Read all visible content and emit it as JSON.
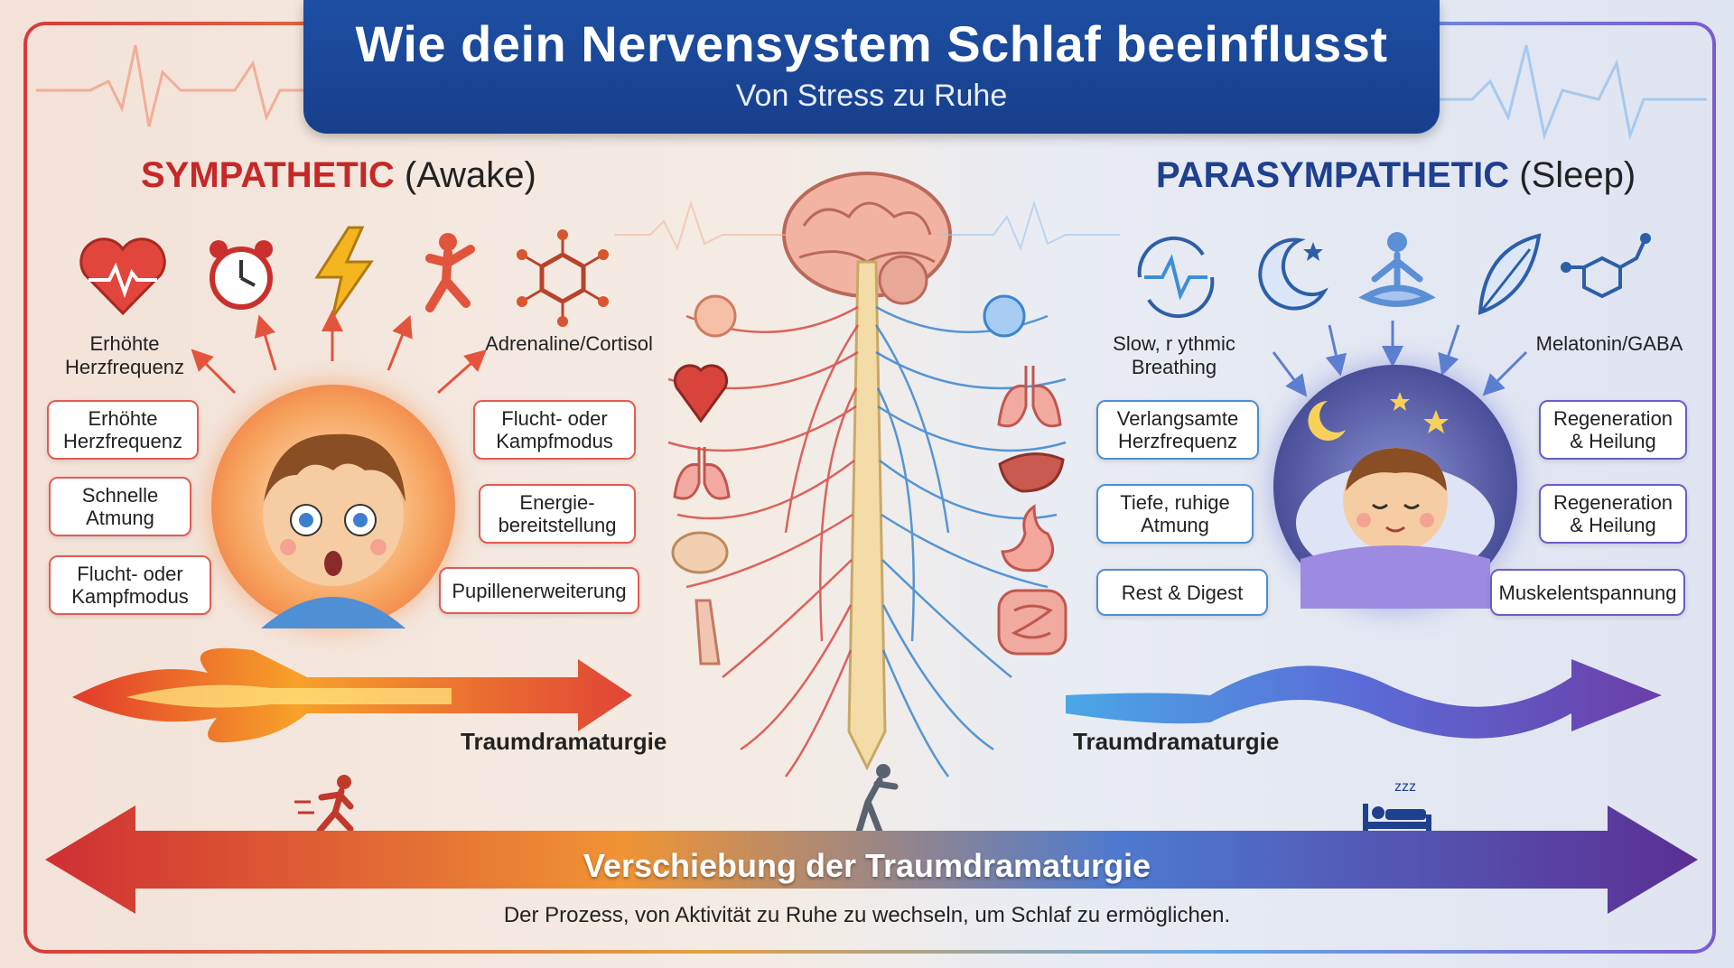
{
  "header": {
    "title": "Wie dein Nervensystem Schlaf beeinflusst",
    "subtitle": "Von Stress zu Ruhe"
  },
  "sympathetic": {
    "heading": "SYMPATHETIC",
    "heading_suffix": "(Awake)",
    "icon_labels": {
      "heart": "Erhöhte\nHerzfrequenz",
      "hormone": "Adrenaline/Cortisol"
    },
    "left_boxes": [
      "Erhöhte\nHerzfrequenz",
      "Schnelle\nAtmung",
      "Flucht- oder\nKampfmodus"
    ],
    "right_boxes": [
      "Flucht- oder\nKampfmodus",
      "Energie-\nbereitstellung",
      "Pupillenerweiterung"
    ],
    "phase_label": "Traumdramaturgie"
  },
  "parasympathetic": {
    "heading": "PARASYMPATHETIC",
    "heading_suffix": "(Sleep)",
    "icon_labels": {
      "breath": "Slow, r ythmic\nBreathing",
      "hormone": "Melatonin/GABA"
    },
    "left_boxes": [
      "Verlangsamte\nHerzfrequenz",
      "Tiefe, ruhige\nAtmung",
      "Rest & Digest"
    ],
    "right_boxes": [
      "Regeneration\n& Heilung",
      "Regeneration\n& Heilung",
      "Muskelentspannung"
    ],
    "phase_label": "Traumdramaturgie"
  },
  "bottom": {
    "title": "Verschiebung der Traumdramaturgie",
    "subtitle": "Der Prozess, von Aktivität zu Ruhe zu wechseln, um Schlaf zu ermöglichen."
  },
  "colors": {
    "sympathetic": "#c62828",
    "parasympathetic": "#1f3f8f",
    "title_bg": "#1e4fa3"
  }
}
